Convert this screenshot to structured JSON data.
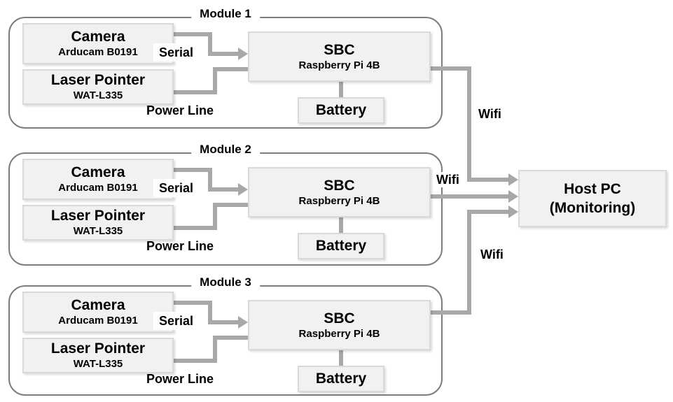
{
  "modules": [
    {
      "title": "Module 1",
      "camera_name": "Camera",
      "camera_model": "Arducam B0191",
      "laser_name": "Laser Pointer",
      "laser_model": "WAT-L335",
      "sbc_name": "SBC",
      "sbc_model": "Raspberry Pi 4B",
      "battery_label": "Battery",
      "serial_label": "Serial",
      "power_label": "Power Line",
      "wifi_label": "Wifi"
    },
    {
      "title": "Module 2",
      "camera_name": "Camera",
      "camera_model": "Arducam B0191",
      "laser_name": "Laser Pointer",
      "laser_model": "WAT-L335",
      "sbc_name": "SBC",
      "sbc_model": "Raspberry Pi 4B",
      "battery_label": "Battery",
      "serial_label": "Serial",
      "power_label": "Power Line",
      "wifi_label": "Wifi"
    },
    {
      "title": "Module 3",
      "camera_name": "Camera",
      "camera_model": "Arducam B0191",
      "laser_name": "Laser Pointer",
      "laser_model": "WAT-L335",
      "sbc_name": "SBC",
      "sbc_model": "Raspberry Pi 4B",
      "battery_label": "Battery",
      "serial_label": "Serial",
      "power_label": "Power Line",
      "wifi_label": "Wifi"
    }
  ],
  "host": {
    "name": "Host PC",
    "subtitle": "(Monitoring)"
  },
  "colors": {
    "connector": "#a8a8a8",
    "module_border": "#7d7d7d",
    "box_fill": "#f1f1f1",
    "box_border": "#d9d9d9",
    "text": "#000000",
    "background": "#ffffff"
  }
}
